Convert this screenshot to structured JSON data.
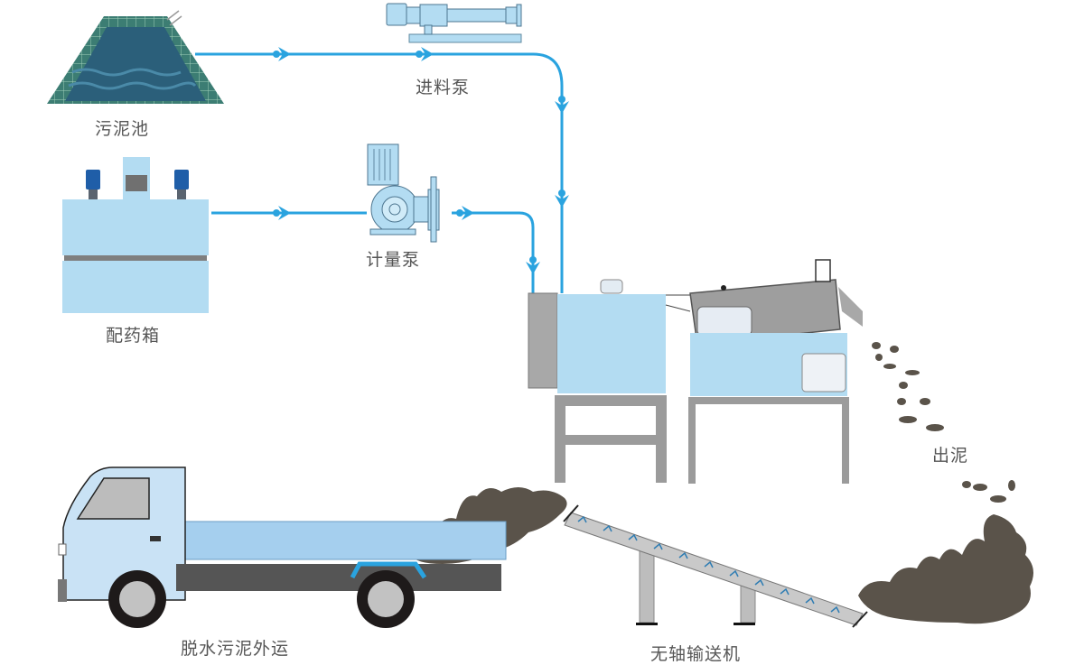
{
  "diagram": {
    "title": "",
    "colors": {
      "pipe": "#2aa3df",
      "equipment_light_blue": "#b3dcf2",
      "equipment_gray": "#9b9b9b",
      "sludge": "#5a534a",
      "label_text": "#555555"
    },
    "components": [
      {
        "id": "sludge-tank",
        "label": "污泥池"
      },
      {
        "id": "feed-pump",
        "label": "进料泵"
      },
      {
        "id": "dosing-tank",
        "label": "配药箱"
      },
      {
        "id": "metering-pump",
        "label": "计量泵"
      },
      {
        "id": "screw-press",
        "label": ""
      },
      {
        "id": "sludge-out",
        "label": "出泥"
      },
      {
        "id": "truck",
        "label": "脱水污泥外运"
      },
      {
        "id": "conveyor",
        "label": "无轴输送机"
      }
    ],
    "flows": [
      {
        "from": "sludge-tank",
        "to": "feed-pump"
      },
      {
        "from": "feed-pump",
        "to": "screw-press"
      },
      {
        "from": "dosing-tank",
        "to": "metering-pump"
      },
      {
        "from": "metering-pump",
        "to": "screw-press"
      },
      {
        "from": "screw-press",
        "to": "sludge-out"
      },
      {
        "from": "sludge-out",
        "to": "conveyor"
      },
      {
        "from": "conveyor",
        "to": "truck"
      }
    ]
  }
}
